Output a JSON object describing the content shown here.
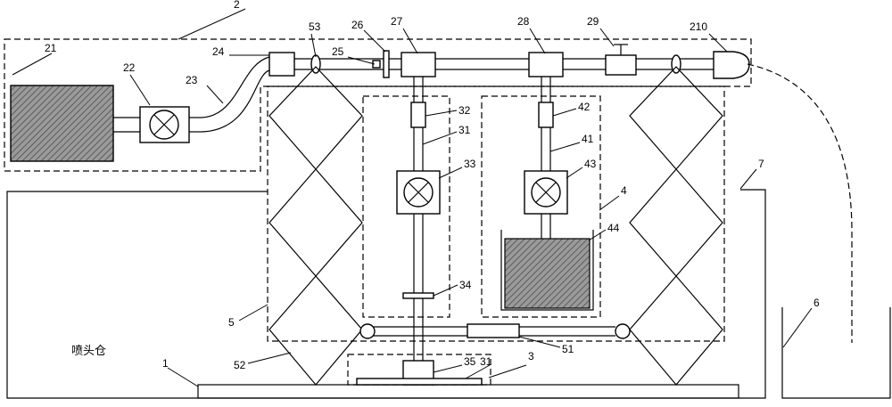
{
  "labels": {
    "l1": "1",
    "l2": "2",
    "l21": "21",
    "l22": "22",
    "l23": "23",
    "l24": "24",
    "l25": "25",
    "l26": "26",
    "l27": "27",
    "l28": "28",
    "l29": "29",
    "l210": "210",
    "l3": "3",
    "l31_top": "31",
    "l31_bottom": "31",
    "l32": "32",
    "l33": "33",
    "l34": "34",
    "l35": "35",
    "l4": "4",
    "l41": "41",
    "l42": "42",
    "l43": "43",
    "l44": "44",
    "l5": "5",
    "l51": "51",
    "l52": "52",
    "l53": "53",
    "l6": "6",
    "l7": "7"
  },
  "chamber_label": "喷头仓"
}
